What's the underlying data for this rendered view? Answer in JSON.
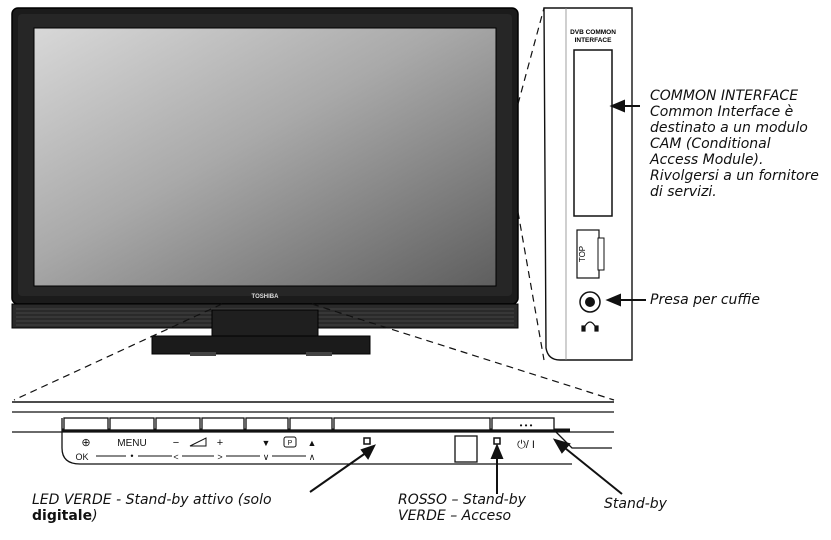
{
  "tv": {
    "brand": "TOSHIBA"
  },
  "side_panel": {
    "slot_label_line1": "DVB COMMON",
    "slot_label_line2": "INTERFACE",
    "switch_label": "TOP"
  },
  "controls": {
    "input_symbol": "⊕",
    "input_sub": "OK",
    "menu_label": "MENU",
    "menu_sub": "•",
    "vol_minus": "−",
    "vol_plus": "+",
    "vol_left": "<",
    "vol_right": ">",
    "prog_down": "▼",
    "prog_p": "P",
    "prog_up": "▲",
    "prog_down_sub": "∨",
    "prog_up_sub": "∧",
    "standby_dots": "• • •",
    "power_symbol": "⏻/ I"
  },
  "captions": {
    "ci_title": "COMMON INTERFACE",
    "ci_line2": "Common Interface è",
    "ci_line3": "destinato a un modulo",
    "ci_line4": "CAM (Conditional",
    "ci_line5": "Access Module).",
    "ci_line6": "Rivolgersi a un fornitore",
    "ci_line7": "di servizi.",
    "headphones": "Presa per cuffie",
    "led_green_prefix": "LED VERDE - Stand-by attivo (solo",
    "led_green_bold": "digitale",
    "led_green_suffix": ")",
    "rosso": "ROSSO – Stand-by",
    "verde": "VERDE – Acceso",
    "standby": "Stand-by"
  },
  "colors": {
    "bezel": "#1b1b1b",
    "line": "#111111"
  }
}
